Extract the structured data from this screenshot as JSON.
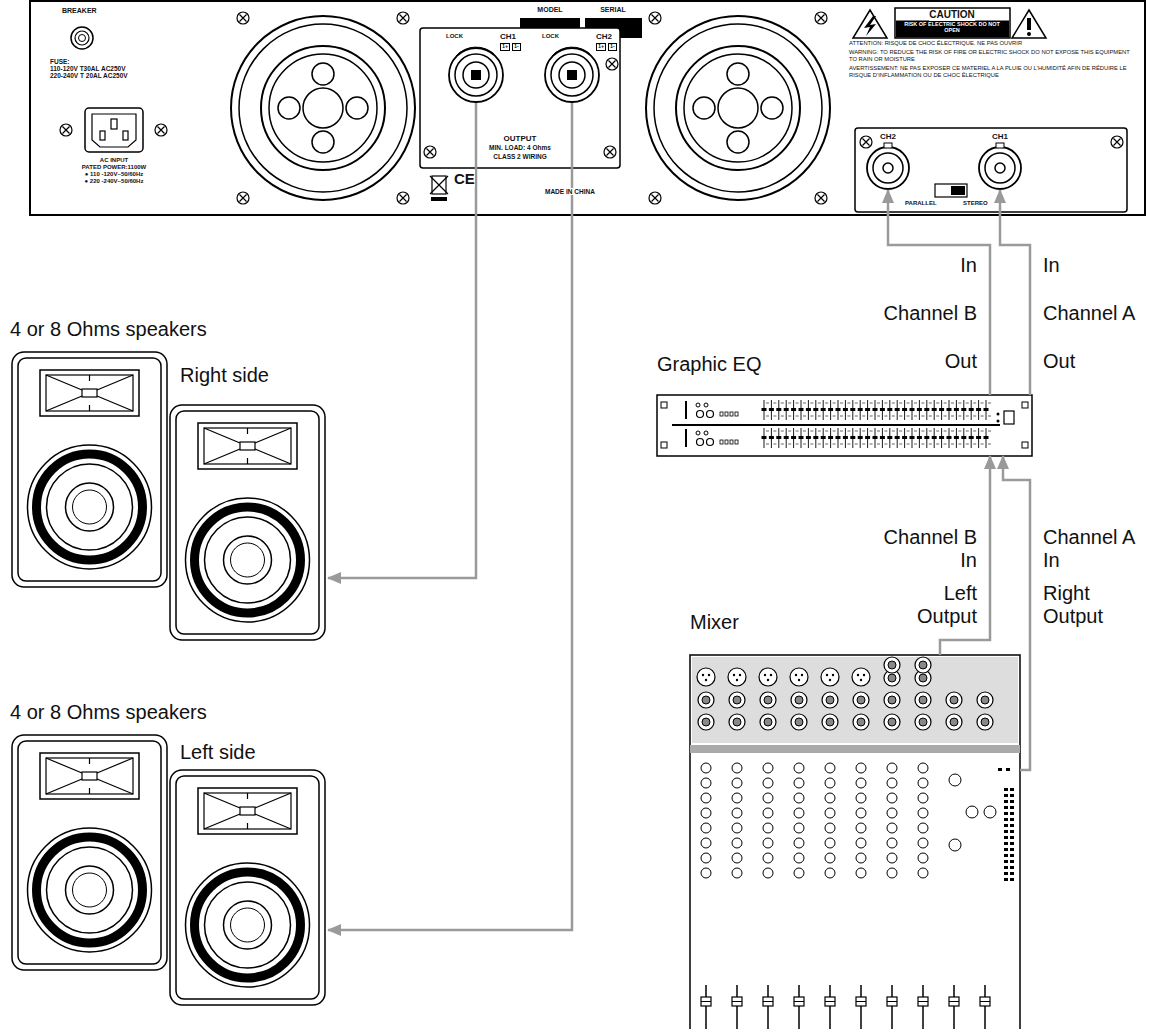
{
  "diagram": {
    "nodes": [
      {
        "text": [
          "BREAKER",
          "FUSE:",
          "110-120V T30AL AC250V",
          "220-240V T 20AL AC250V",
          "AC INPUT",
          "PATED POWER:1100W",
          "● 110 -120V~50/60Hz",
          "● 220 -240V~50/60Hz",
          "MODEL",
          "SERIAL",
          "CE",
          "MADE IN CHINA"
        ]
      },
      {
        "text": [
          "OUTPUT",
          "MIN. LOAD: 4 Ohms",
          "CLASS 2 WIRING"
        ],
        "in": 0
      },
      {
        "text": [
          "LOCK",
          "CH1",
          "1+",
          "1-"
        ],
        "in": 1
      },
      {
        "text": [
          "LOCK",
          "CH2",
          "1+",
          "1-"
        ],
        "in": 1
      },
      {
        "text": [
          "CAUTION",
          "RISK OF ELECTRIC SHOCK DO NOT OPEN",
          "ATTENTION: RISQUE DE CHOC ÉLECTRIQUE. NE PAS OUVRIR",
          "WARNING: TO REDUCE THE RISK OF FIRE OR ELECTRIC SHOCK DO NOT EXPOSE THIS EQUIPMENT TO RAIN OR MOISTURE",
          "AVERTISSEMENT: NE PAS EXPOSER CE MATERIEL A LA PLUIE OU L'HUMIDITÉ AFIN DE RÉDUIRE LE RISQUE D'INFLAMMATION OU DE CHOC ÉLECTRIQUE"
        ],
        "in": 0
      },
      {
        "text": [
          "PARALLEL",
          "STEREO"
        ],
        "in": 0
      },
      {
        "text": [
          "CH2"
        ],
        "in": 5
      },
      {
        "text": [
          "CH1"
        ],
        "in": 5
      },
      {
        "text": [
          "4 or 8 Ohms speakers",
          "Right side"
        ]
      },
      {
        "text": [
          "4 or 8 Ohms speakers",
          "Left side"
        ]
      },
      {
        "text": [
          "Graphic EQ"
        ]
      },
      {
        "text": [
          "Mixer"
        ]
      }
    ],
    "edges": [
      {
        "from": 2,
        "to": 8,
        "arrow": "to"
      },
      {
        "from": 3,
        "to": 9,
        "arrow": "to"
      },
      {
        "from": 10,
        "to": 6,
        "arrow": "to"
      },
      {
        "from": 10,
        "to": 7,
        "arrow": "to"
      },
      {
        "from": 11,
        "to": 10,
        "arrow": "to"
      },
      {
        "from": 11,
        "to": 10,
        "arrow": "to"
      }
    ],
    "labels": [
      "In",
      "Channel B",
      "Out",
      "In",
      "Channel A",
      "Out",
      "Channel B In",
      "Channel A In",
      "Left Output",
      "Right Output"
    ]
  }
}
